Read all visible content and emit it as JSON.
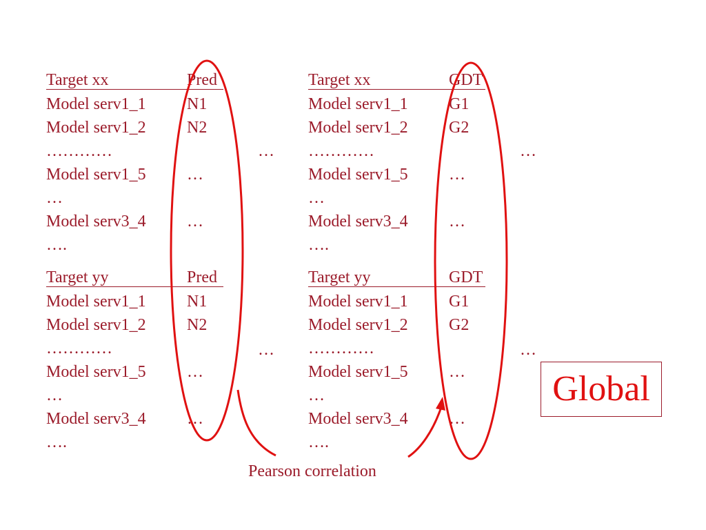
{
  "colors": {
    "text": "#9b1b2a",
    "annotation": "#e01111"
  },
  "blocks": {
    "top_left": {
      "header": [
        "Target xx",
        "Pred"
      ],
      "rows": [
        [
          "Model serv1_1",
          "N1"
        ],
        [
          "Model serv1_2",
          "N2"
        ],
        [
          "…………",
          ""
        ],
        [
          "Model serv1_5",
          "…"
        ],
        [
          "…",
          ""
        ],
        [
          "Model serv3_4",
          "…"
        ],
        [
          "….",
          ""
        ]
      ]
    },
    "top_right": {
      "header": [
        "Target xx",
        "GDT"
      ],
      "rows": [
        [
          "Model serv1_1",
          "G1"
        ],
        [
          "Model serv1_2",
          "G2"
        ],
        [
          "…………",
          ""
        ],
        [
          "Model serv1_5",
          "…"
        ],
        [
          "…",
          ""
        ],
        [
          "Model serv3_4",
          "…"
        ],
        [
          "….",
          ""
        ]
      ]
    },
    "bottom_left": {
      "header": [
        "Target yy",
        "Pred"
      ],
      "rows": [
        [
          "Model serv1_1",
          "N1"
        ],
        [
          "Model serv1_2",
          "N2"
        ],
        [
          "…………",
          ""
        ],
        [
          "Model serv1_5",
          "…"
        ],
        [
          "…",
          ""
        ],
        [
          "Model serv3_4",
          "…"
        ],
        [
          "….",
          ""
        ]
      ]
    },
    "bottom_right": {
      "header": [
        "Target yy",
        "GDT"
      ],
      "rows": [
        [
          "Model serv1_1",
          "G1"
        ],
        [
          "Model serv1_2",
          "G2"
        ],
        [
          "…………",
          ""
        ],
        [
          "Model serv1_5",
          "…"
        ],
        [
          "…",
          ""
        ],
        [
          "Model serv3_4",
          "…"
        ],
        [
          "….",
          ""
        ]
      ]
    }
  },
  "ellipsis_left_top": "…",
  "ellipsis_left_bottom": "…",
  "ellipsis_right_top": "…",
  "ellipsis_right_bottom": "…",
  "global_label": "Global",
  "annotation_label": "Pearson correlation"
}
